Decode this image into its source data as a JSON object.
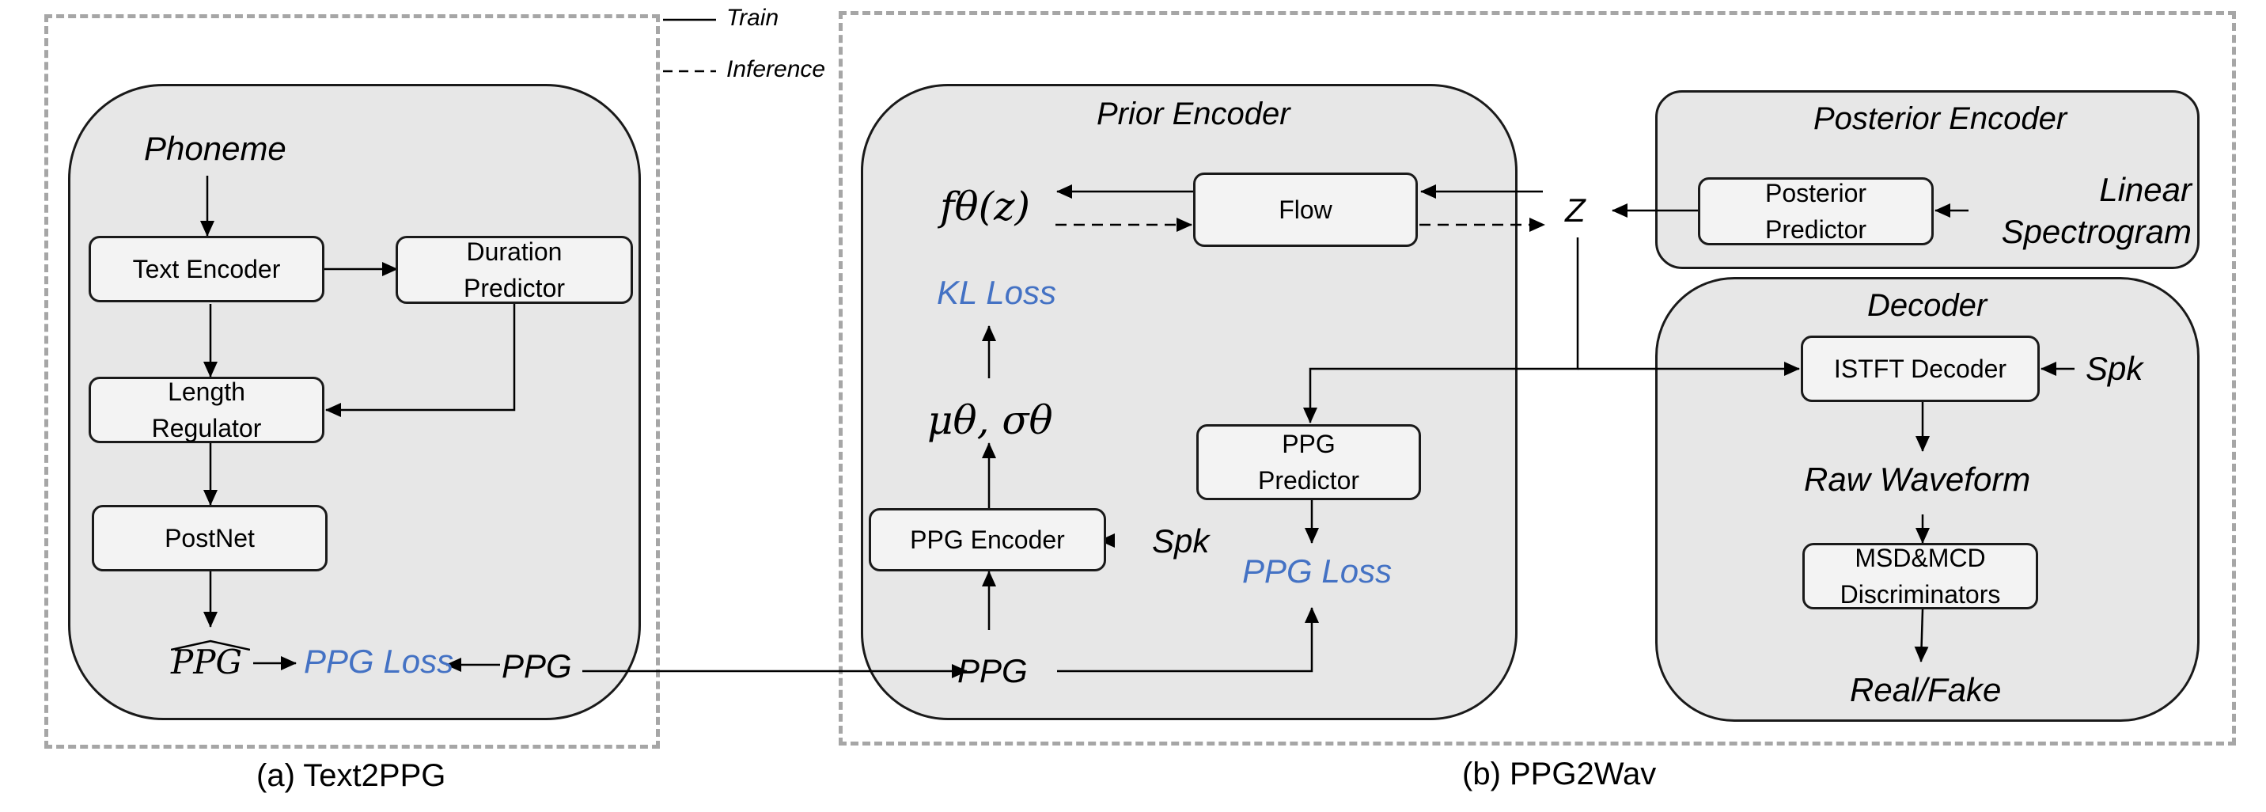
{
  "legend": {
    "train": "Train",
    "inference": "Inference"
  },
  "text2ppg": {
    "caption": "(a)  Text2PPG",
    "phoneme": "Phoneme",
    "text_encoder": "Text Encoder",
    "duration_predictor": "Duration Predictor",
    "length_regulator": "Length Regulator",
    "postnet": "PostNet",
    "ppg_hat": "PPG",
    "ppg_loss": "PPG Loss",
    "ppg": "PPG"
  },
  "ppg2wav": {
    "caption": "(b)  PPG2Wav",
    "prior_encoder": {
      "title": "Prior Encoder",
      "f_theta_z": "fθ(z)",
      "flow": "Flow",
      "kl_loss": "KL Loss",
      "mu_sigma": "μθ, σθ",
      "ppg_encoder": "PPG Encoder",
      "spk": "Spk",
      "ppg_predictor": "PPG Predictor",
      "ppg_loss": "PPG Loss",
      "ppg": "PPG"
    },
    "z": "Z",
    "posterior_encoder": {
      "title": "Posterior Encoder",
      "posterior_predictor": "Posterior Predictor",
      "linear_spectrogram": "Linear Spectrogram"
    },
    "decoder": {
      "title": "Decoder",
      "istft_decoder": "ISTFT Decoder",
      "spk": "Spk",
      "raw_waveform": "Raw Waveform",
      "discriminators": "MSD&MCD Discriminators",
      "real_fake": "Real/Fake"
    }
  }
}
